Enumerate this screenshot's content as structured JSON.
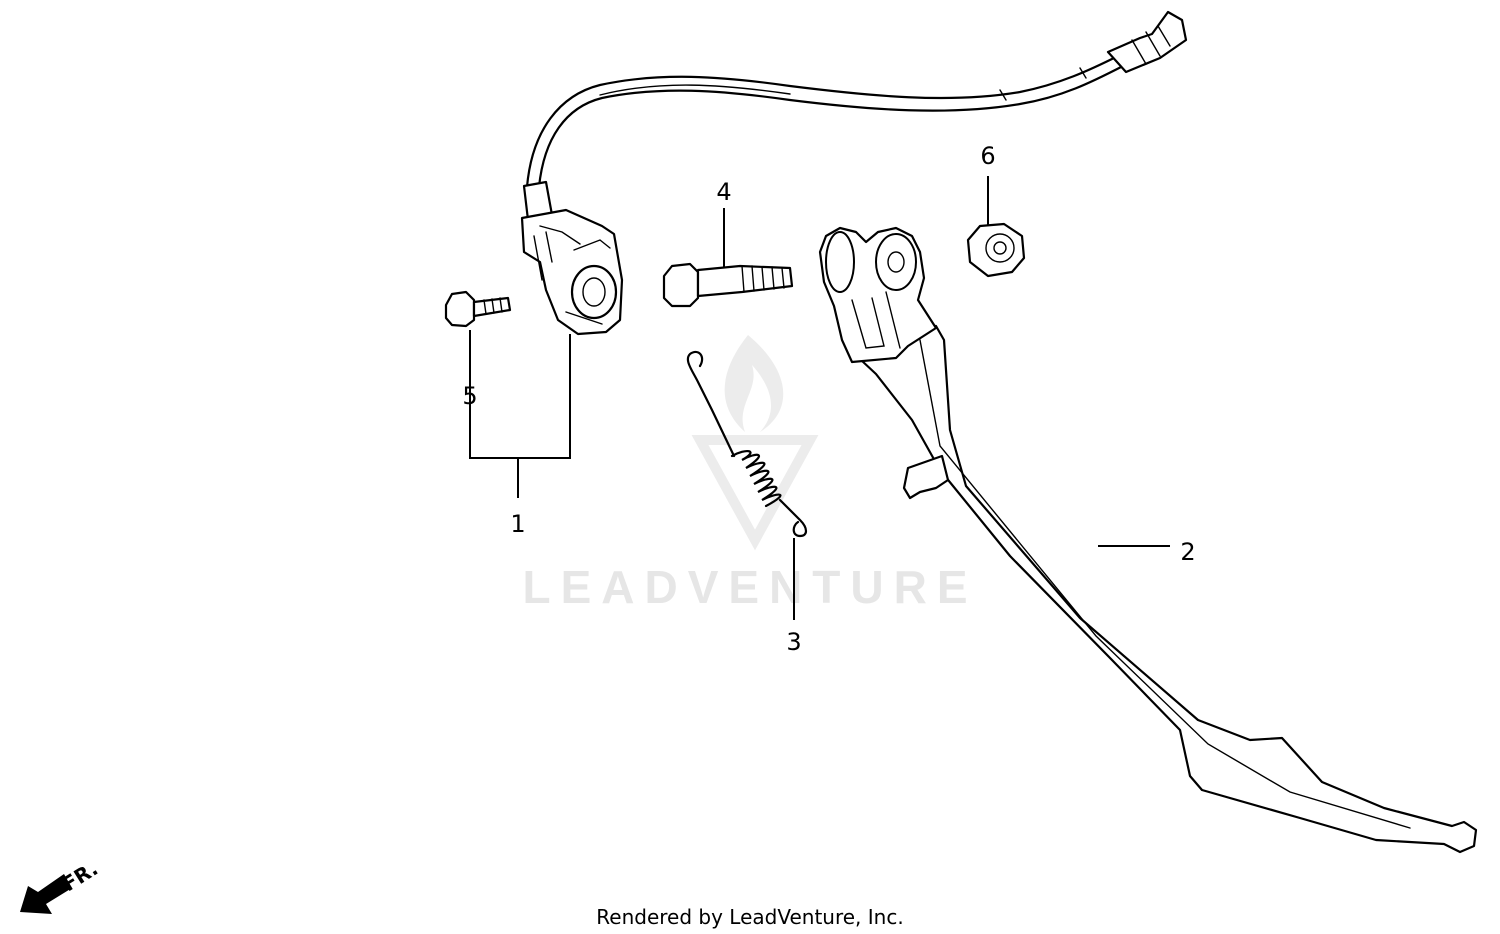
{
  "callouts": {
    "c1": "1",
    "c2": "2",
    "c3": "3",
    "c4": "4",
    "c5": "5",
    "c6": "6"
  },
  "direction_indicator": {
    "label": "FR."
  },
  "watermark": {
    "text": "LEADVENTURE"
  },
  "footer": {
    "text": "Rendered by LeadVenture, Inc."
  }
}
